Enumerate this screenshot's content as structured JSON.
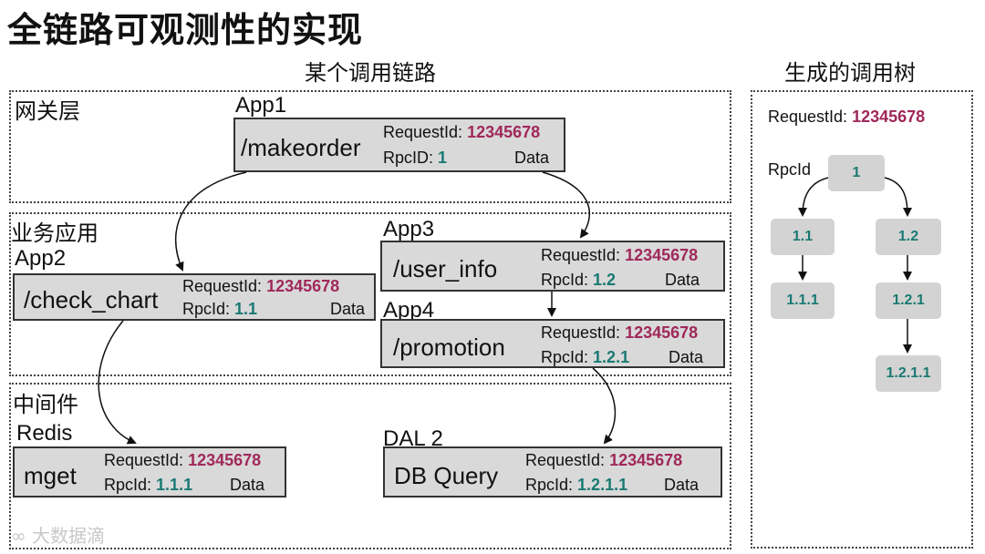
{
  "title": "全链路可观测性的实现",
  "left_header": "某个调用链路",
  "right_header": "生成的调用树",
  "zones": {
    "gateway": "网关层",
    "business": "业务应用",
    "middleware": "中间件"
  },
  "services": [
    {
      "id": "makeorder",
      "app": "App1",
      "name": "/makeorder",
      "request_label": "RequestId:",
      "request_id": "12345678",
      "rpc_label": "RpcID:",
      "rpc_id": "1",
      "data": "Data"
    },
    {
      "id": "check_chart",
      "app": "App2",
      "name": "/check_chart",
      "request_label": "RequestId:",
      "request_id": "12345678",
      "rpc_label": "RpcId:",
      "rpc_id": "1.1",
      "data": "Data"
    },
    {
      "id": "user_info",
      "app": "App3",
      "name": "/user_info",
      "request_label": "RequestId:",
      "request_id": "12345678",
      "rpc_label": "RpcId:",
      "rpc_id": "1.2",
      "data": "Data"
    },
    {
      "id": "promotion",
      "app": "App4",
      "name": "/promotion",
      "request_label": "RequestId:",
      "request_id": "12345678",
      "rpc_label": "RpcId:",
      "rpc_id": "1.2.1",
      "data": "Data"
    },
    {
      "id": "mget",
      "app": "Redis",
      "name": "mget",
      "request_label": "RequestId:",
      "request_id": "12345678",
      "rpc_label": "RpcId:",
      "rpc_id": "1.1.1",
      "data": "Data"
    },
    {
      "id": "dbquery",
      "app": "DAL 2",
      "name": "DB Query",
      "request_label": "RequestId:",
      "request_id": "12345678",
      "rpc_label": "RpcId:",
      "rpc_id": "1.2.1.1",
      "data": "Data"
    }
  ],
  "tree": {
    "request_label": "RequestId:",
    "request_id": "12345678",
    "rpc_label": "RpcId",
    "nodes": [
      "1",
      "1.1",
      "1.2",
      "1.1.1",
      "1.2.1",
      "1.2.1.1"
    ]
  },
  "watermark": "大数据滴",
  "colors": {
    "request_id": "#a0285a",
    "rpc_id": "#1a7a73",
    "service_fill": "#d9d9d9",
    "node_fill": "#d3d3d3"
  }
}
